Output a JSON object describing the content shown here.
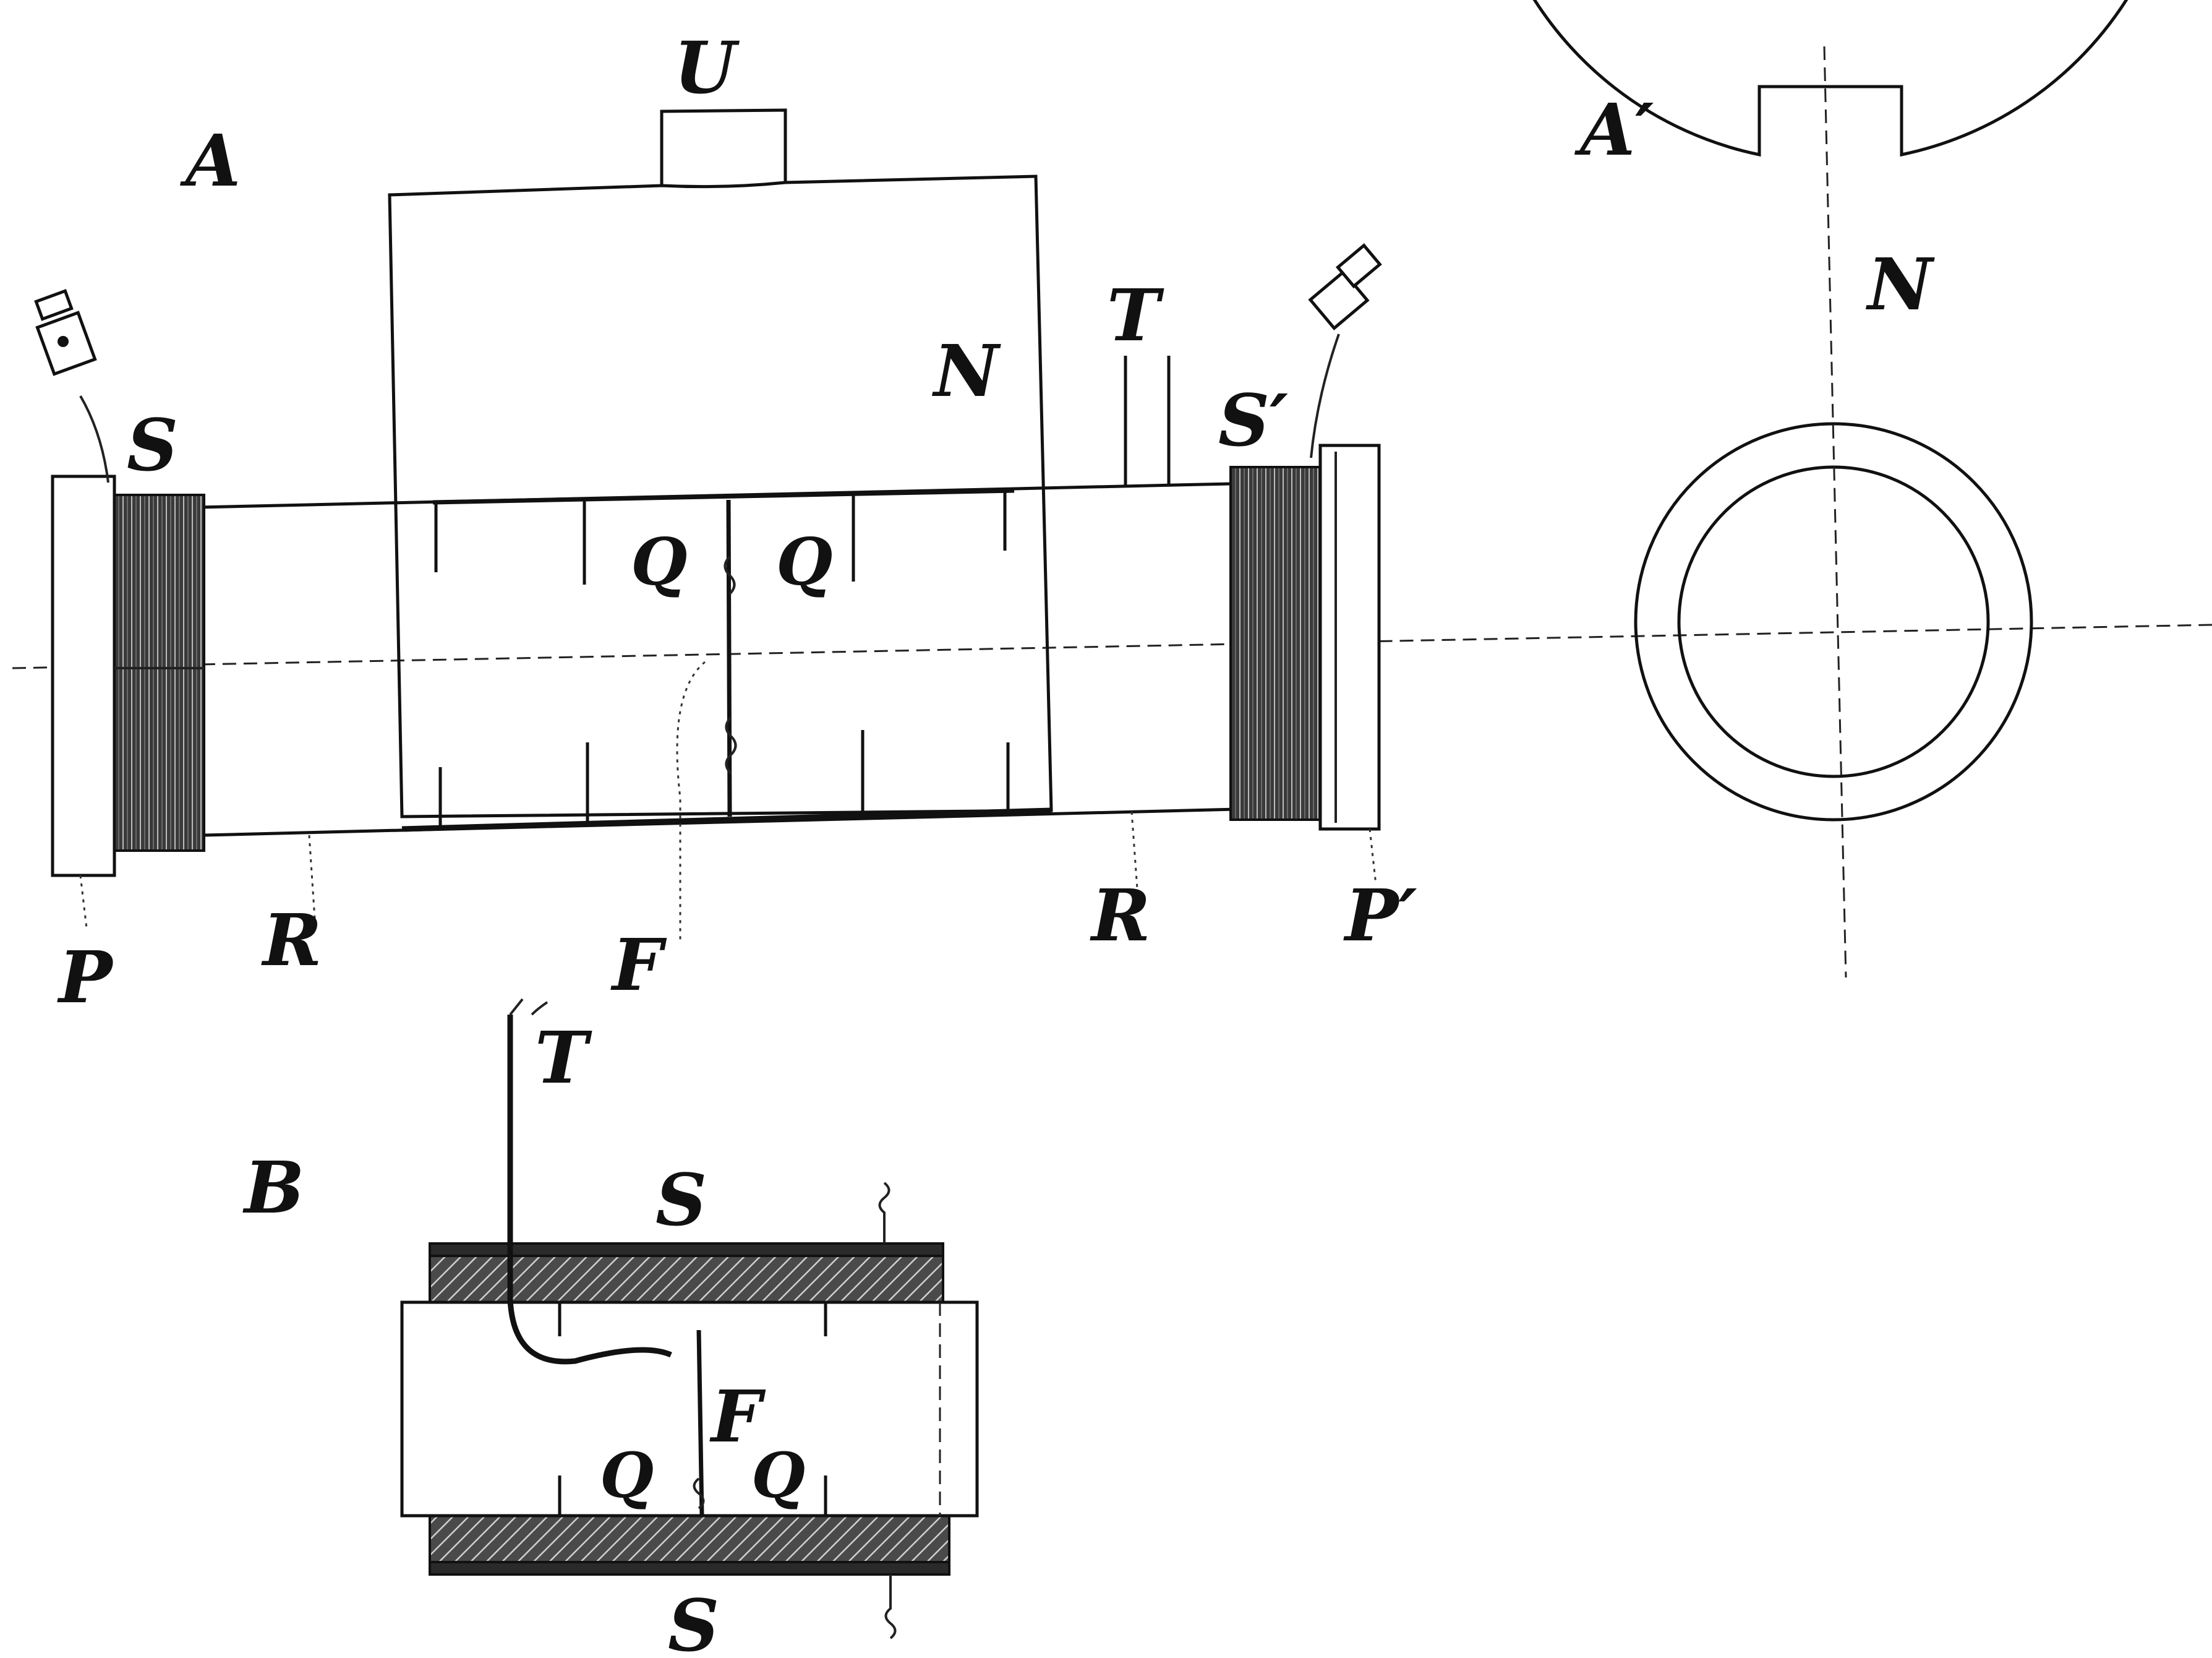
{
  "figures": {
    "A": {
      "label": "A",
      "labels": {
        "U": "U",
        "N": "N",
        "T": "T",
        "S": "S",
        "S_prime": "S′",
        "Q_left": "Q",
        "Q_right": "Q",
        "P": "P",
        "P_prime": "P′",
        "R_left": "R",
        "R_right": "R",
        "F": "F"
      }
    },
    "A_prime": {
      "label": "A′",
      "labels": {
        "N": "N"
      }
    },
    "B": {
      "label": "B",
      "labels": {
        "T": "T",
        "S_top": "S",
        "S_bottom": "S",
        "F": "F",
        "Q_left": "Q",
        "Q_right": "Q"
      }
    }
  }
}
